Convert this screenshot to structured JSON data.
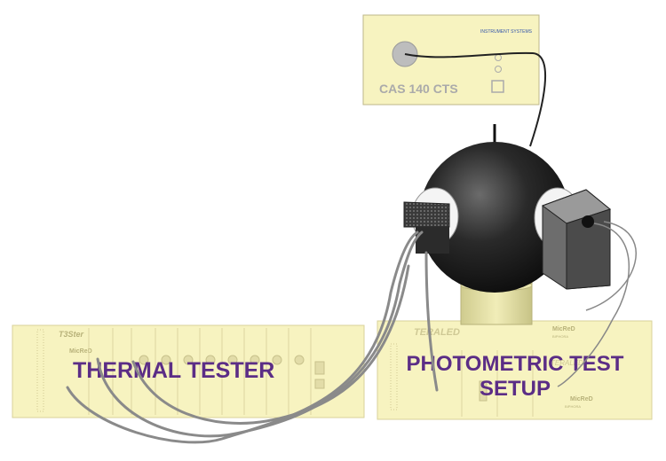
{
  "spectrometer": {
    "model_label": "CAS 140 CTS",
    "brand_label": "INSTRUMENT SYSTEMS"
  },
  "thermal_tester": {
    "brand_label": "T3Ster",
    "maker_label": "MicReD",
    "caption": "THERMAL TESTER"
  },
  "photometric": {
    "brand_label": "TERALED",
    "maker_label": "MicReD",
    "sub_label": "BIPHORA",
    "brand_label_small": "TERALED",
    "maker_label_small": "MicReD",
    "sub_label_small": "BIPHORA",
    "caption_line1": "PHOTOMETRIC TEST",
    "caption_line2": "SETUP"
  },
  "colors": {
    "panel_fill": "#f7f3c0",
    "panel_stroke": "#d8d29a",
    "caption_color": "#5b2d86",
    "sphere_dark": "#1c1c1c",
    "cable": "#8a8a8a",
    "pedestal": "#ddd9a0"
  },
  "icons": [
    "sphere-icon",
    "detector-icon",
    "led-holder-icon"
  ]
}
